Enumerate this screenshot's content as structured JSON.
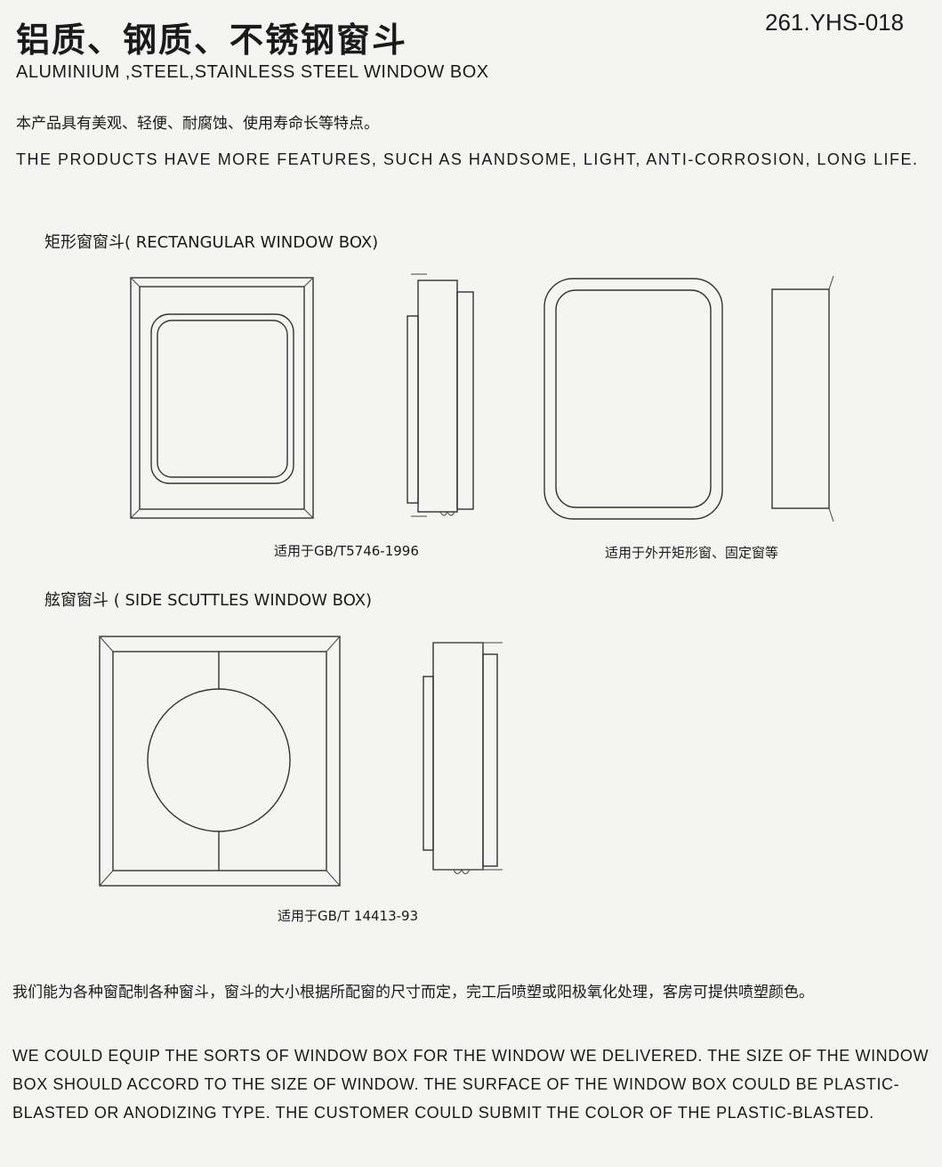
{
  "header": {
    "title_cn": "铝质、钢质、不锈钢窗斗",
    "code": "261.YHS-018",
    "title_en": "ALUMINIUM ,STEEL,STAINLESS STEEL WINDOW BOX"
  },
  "intro": {
    "cn": "本产品具有美观、轻便、耐腐蚀、使用寿命长等特点。",
    "en": "THE PRODUCTS HAVE MORE FEATURES, SUCH AS HANDSOME, LIGHT, ANTI-CORROSION, LONG LIFE."
  },
  "section_rect": {
    "heading": "矩形窗窗斗( RECTANGULAR WINDOW BOX)",
    "caption_left": "适用于GB/T5746-1996",
    "caption_right": "适用于外开矩形窗、固定窗等"
  },
  "section_side": {
    "heading": "舷窗窗斗 ( SIDE SCUTTLES WINDOW BOX)",
    "caption": "适用于GB/T 14413-93"
  },
  "outro": {
    "cn": "我们能为各种窗配制各种窗斗，窗斗的大小根据所配窗的尺寸而定，完工后喷塑或阳极氧化处理，客房可提供喷塑颜色。",
    "en": "WE COULD EQUIP THE SORTS OF WINDOW BOX FOR THE WINDOW WE DELIVERED. THE SIZE OF THE WINDOW BOX SHOULD ACCORD TO THE SIZE OF WINDOW. THE SURFACE OF THE WINDOW BOX COULD BE PLASTIC-BLASTED OR ANODIZING TYPE. THE CUSTOMER COULD SUBMIT THE COLOR OF THE PLASTIC-BLASTED."
  }
}
